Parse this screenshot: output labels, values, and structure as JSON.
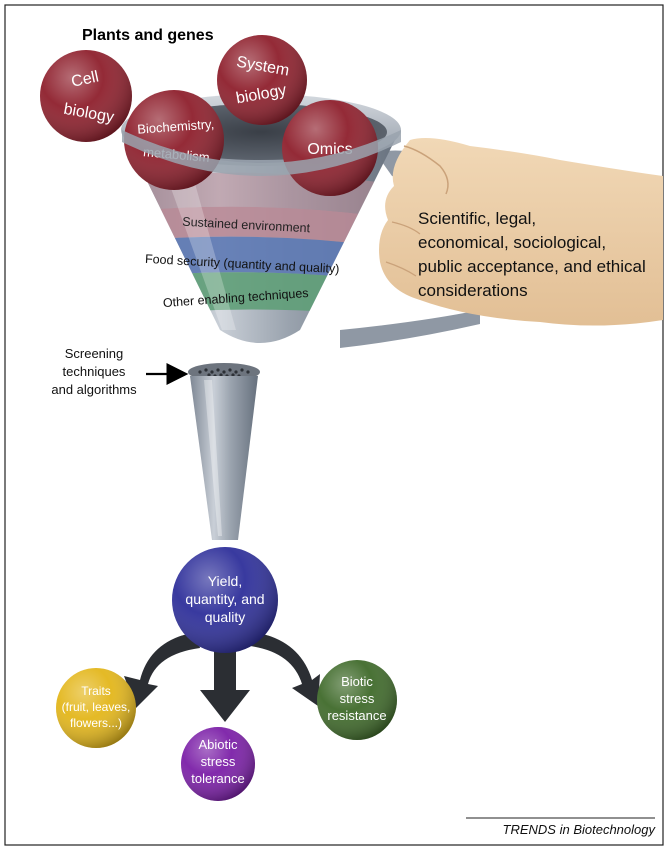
{
  "title": "Plants and genes",
  "inputs": [
    {
      "id": "cell",
      "lines": [
        "Cell",
        "biology"
      ],
      "color": "#8e1f2c"
    },
    {
      "id": "system",
      "lines": [
        "System",
        "biology"
      ],
      "color": "#8e1f2c"
    },
    {
      "id": "biochem",
      "lines": [
        "Biochemistry,",
        "metabolism"
      ],
      "color": "#8e1f2c"
    },
    {
      "id": "omics",
      "lines": [
        "Omics"
      ],
      "color": "#8e1f2c"
    }
  ],
  "bands": [
    {
      "label": "Sustained environment",
      "color": "#b98a96"
    },
    {
      "label": "Food security (quantity and quality)",
      "color": "#5d79b4"
    },
    {
      "label": "Other enabling techniques",
      "color": "#5f9e78"
    }
  ],
  "hand_text": [
    "Scientific, legal,",
    "economical, sociological,",
    "public acceptance, and ethical",
    "considerations"
  ],
  "screening_label": [
    "Screening",
    "techniques",
    "and algorithms"
  ],
  "center_node": {
    "lines": [
      "Yield,",
      "quantity, and",
      "quality"
    ],
    "color": "#2e2f9a"
  },
  "outputs": [
    {
      "id": "traits",
      "lines": [
        "Traits",
        "(fruit, leaves,",
        "flowers...)"
      ],
      "color": "#e3b61a"
    },
    {
      "id": "abiotic",
      "lines": [
        "Abiotic",
        "stress",
        "tolerance"
      ],
      "color": "#7b1fa7"
    },
    {
      "id": "biotic",
      "lines": [
        "Biotic",
        "stress",
        "resistance"
      ],
      "color": "#3f6a2a"
    }
  ],
  "footer": "TRENDS in Biotechnology"
}
